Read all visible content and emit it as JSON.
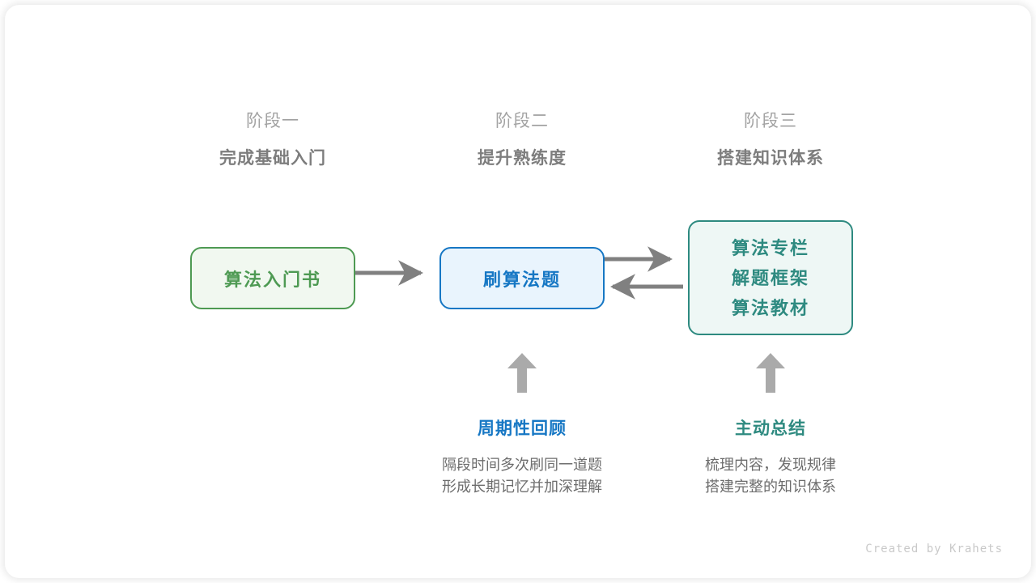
{
  "canvas": {
    "background": "#ffffff",
    "accent_green": "#4e9a53",
    "accent_blue": "#1677c4",
    "accent_teal": "#2e8a80",
    "arrow_color": "#808080",
    "up_arrow_color": "#aaaaaa"
  },
  "stages": [
    {
      "index_label": "阶段一",
      "title": "完成基础入门"
    },
    {
      "index_label": "阶段二",
      "title": "提升熟练度"
    },
    {
      "index_label": "阶段三",
      "title": "搭建知识体系"
    }
  ],
  "nodes": {
    "book": {
      "label": "算法入门书"
    },
    "practice": {
      "label": "刷算法题"
    },
    "knowledge": {
      "lines": [
        "算法专栏",
        "解题框架",
        "算法教材"
      ]
    }
  },
  "notes": [
    {
      "title": "周期性回顾",
      "desc_line1": "隔段时间多次刷同一道题",
      "desc_line2": "形成长期记忆并加深理解"
    },
    {
      "title": "主动总结",
      "desc_line1": "梳理内容，发现规律",
      "desc_line2": "搭建完整的知识体系"
    }
  ],
  "footer": {
    "credit": "Created by Krahets"
  }
}
